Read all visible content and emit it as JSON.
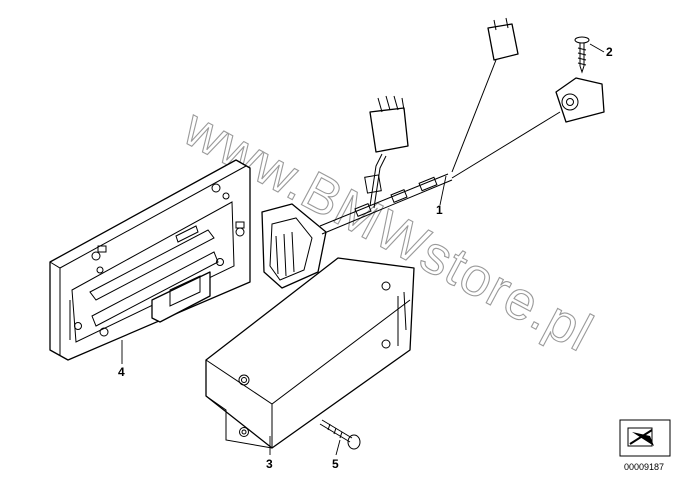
{
  "watermark": "www.BMWstore.pl",
  "callouts": [
    "1",
    "2",
    "3",
    "4",
    "5"
  ],
  "catalog_number": "00009187",
  "icons": {
    "catalog_badge": "arrow-down-right-icon"
  },
  "colors": {
    "line": "#000000",
    "background": "#ffffff",
    "watermark": "#9a9a9a"
  }
}
